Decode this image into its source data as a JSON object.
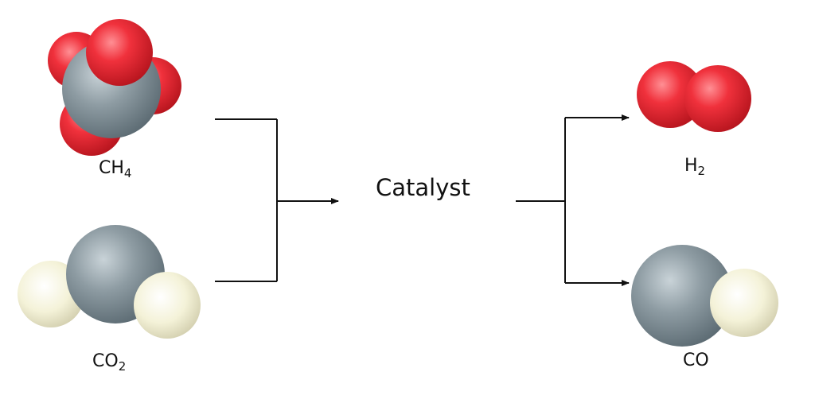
{
  "reactants": {
    "methane": {
      "element": "CH",
      "subscript": "4"
    },
    "carbon_dioxide": {
      "element": "CO",
      "subscript": "2"
    }
  },
  "center": {
    "label": "Catalyst"
  },
  "products": {
    "hydrogen": {
      "element": "H",
      "subscript": "2"
    },
    "carbon_monoxide": {
      "label": "CO"
    }
  },
  "colors": {
    "carbon": "#7d8c93",
    "red_atom": "#e8323d",
    "cream_atom": "#f3f1d4",
    "line": "#111111"
  }
}
